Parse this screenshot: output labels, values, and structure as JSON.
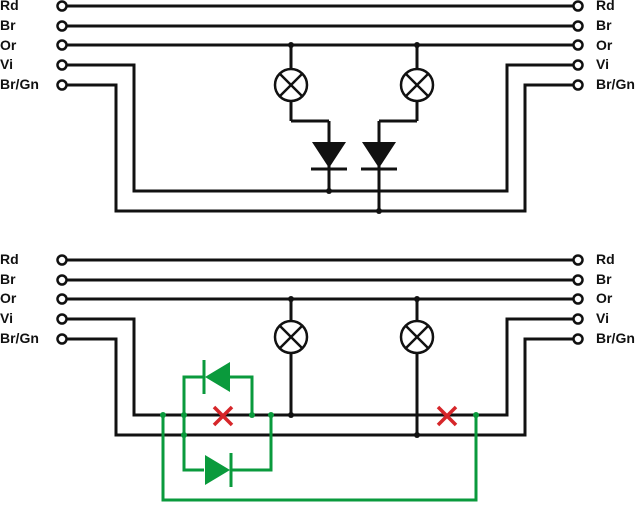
{
  "colors": {
    "wire": "#111111",
    "modification": "#0a9a3c",
    "cut_mark": "#d6262a",
    "background": "#ffffff"
  },
  "diagrams": [
    {
      "wires": [
        "Rd",
        "Br",
        "Or",
        "Vi",
        "Br/Gn"
      ],
      "lamps": [
        "lamp-icon",
        "lamp-icon"
      ],
      "diodes": [
        "diode-icon",
        "diode-icon"
      ]
    },
    {
      "wires": [
        "Rd",
        "Br",
        "Or",
        "Vi",
        "Br/Gn"
      ],
      "lamps": [
        "lamp-icon",
        "lamp-icon"
      ],
      "added_diodes": [
        "diode-icon",
        "diode-icon"
      ],
      "cut_marks": [
        "cross-icon",
        "cross-icon"
      ]
    }
  ]
}
